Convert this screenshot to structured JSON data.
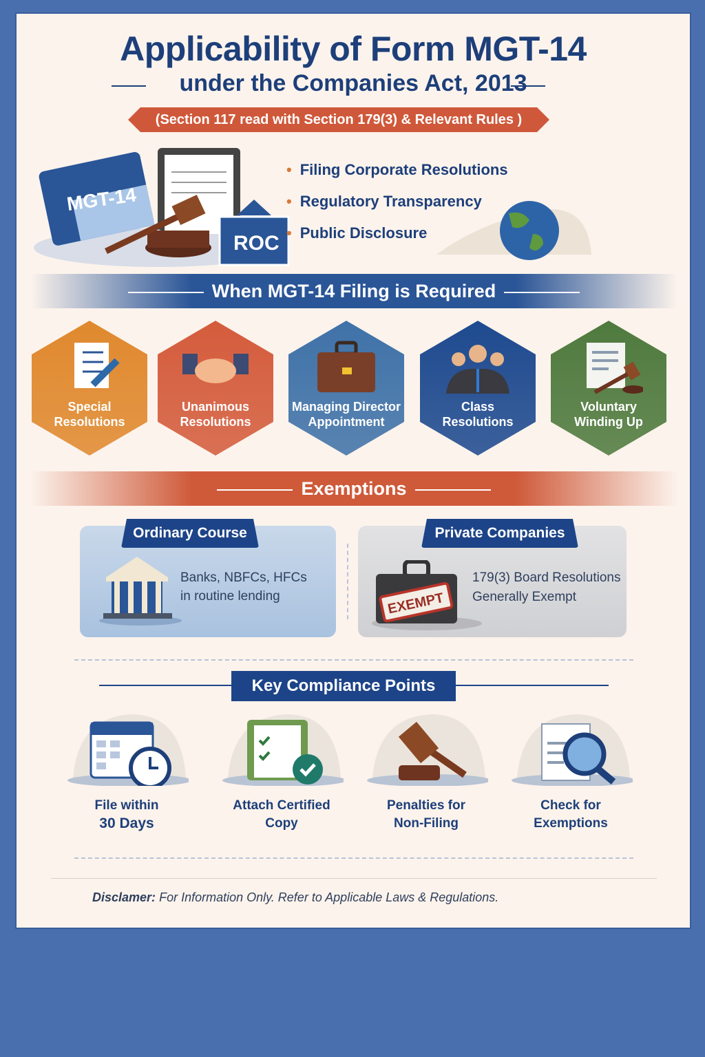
{
  "header": {
    "title": "Applicability of Form MGT-14",
    "subtitle": "under the Companies Act, 2013",
    "ribbon": "(Section 117 read with Section 179(3) & Relevant Rules )"
  },
  "hero": {
    "folder_label": "MGT-14",
    "roc_label": "ROC",
    "bullets": [
      "Filing Corporate Resolutions",
      "Regulatory Transparency",
      "Public Disclosure"
    ]
  },
  "required": {
    "heading": "When MGT-14 Filing is Required",
    "items": [
      {
        "line1": "Special",
        "line2": "Resolutions",
        "color": "#e0892e",
        "icon": "checklist-pen-icon"
      },
      {
        "line1": "Unanimous",
        "line2": "Resolutions",
        "color": "#d45c3c",
        "icon": "handshake-icon"
      },
      {
        "line1": "Managing Director",
        "line2": "Appointment",
        "color": "#3f72a8",
        "icon": "briefcase-icon"
      },
      {
        "line1": "Class",
        "line2": "Resolutions",
        "color": "#1e4a8f",
        "icon": "people-icon"
      },
      {
        "line1": "Voluntary",
        "line2": "Winding Up",
        "color": "#4f7a3e",
        "icon": "document-gavel-icon"
      }
    ]
  },
  "exemptions": {
    "heading": "Exemptions",
    "ordinary": {
      "tab": "Ordinary Course",
      "line1": "Banks, NBFCs, HFCs",
      "line2": "in routine lending",
      "icon": "bank-icon"
    },
    "private": {
      "tab": "Private Companies",
      "line1": "179(3) Board Resolutions",
      "line2": "Generally Exempt",
      "stamp": "EXEMPT",
      "icon": "briefcase-exempt-icon"
    }
  },
  "compliance": {
    "heading": "Key Compliance Points",
    "items": [
      {
        "line1": "File within",
        "line2": "30 Days",
        "icon": "calendar-clock-icon"
      },
      {
        "line1": "Attach Certified",
        "line2": "Copy",
        "icon": "clipboard-check-icon"
      },
      {
        "line1": "Penalties for",
        "line2": "Non-Filing",
        "icon": "gavel-icon"
      },
      {
        "line1": "Check for",
        "line2": "Exemptions",
        "icon": "magnifier-document-icon"
      }
    ]
  },
  "disclaimer": {
    "label": "Disclamer:",
    "text": "For Information Only. Refer to Applicable Laws & Regulations."
  }
}
